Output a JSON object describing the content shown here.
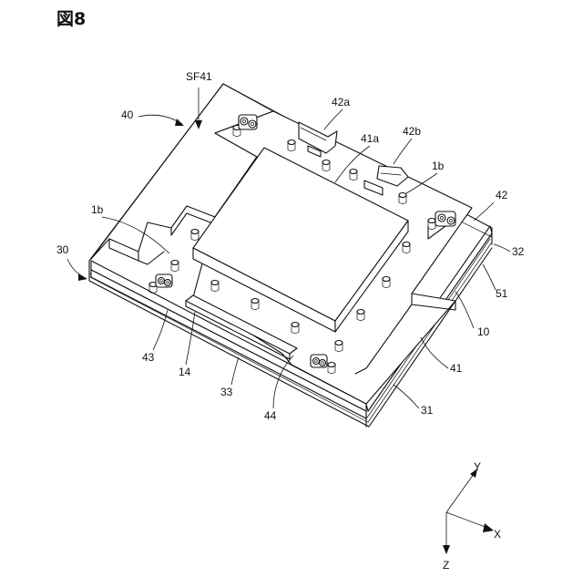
{
  "figure": {
    "title": "図8",
    "labels": {
      "sf41": "SF41",
      "l40": "40",
      "l42a": "42a",
      "l41a": "41a",
      "l42b": "42b",
      "l1b_right": "1b",
      "l42": "42",
      "l32": "32",
      "l51": "51",
      "l10": "10",
      "l41": "41",
      "l31": "31",
      "l44": "44",
      "l33": "33",
      "l14": "14",
      "l43": "43",
      "l30": "30",
      "l1b_left": "1b"
    },
    "axes": {
      "y": "Y",
      "x": "X",
      "z": "Z"
    }
  }
}
